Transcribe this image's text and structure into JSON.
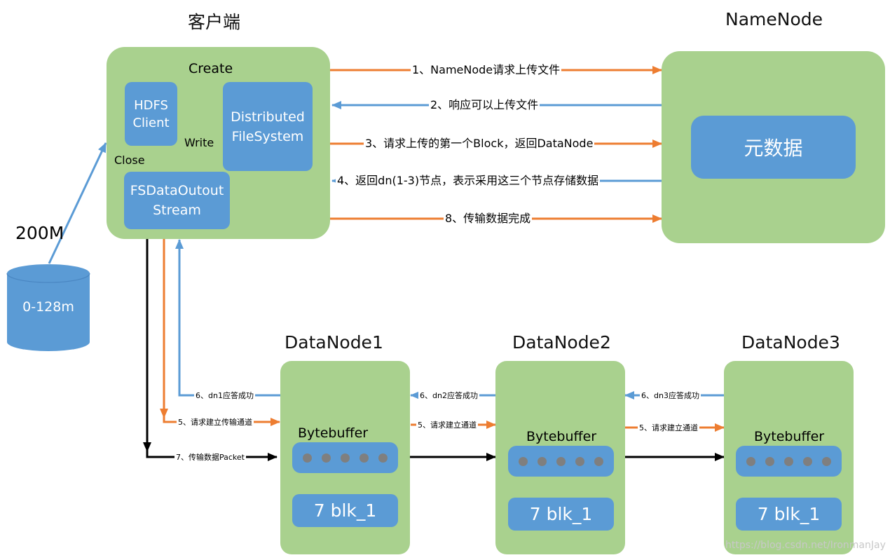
{
  "titles": {
    "client": "客户端",
    "namenode": "NameNode",
    "dn1": "DataNode1",
    "dn2": "DataNode2",
    "dn3": "DataNode3"
  },
  "client": {
    "create": "Create",
    "hdfs_client": "HDFS\nClient",
    "dfs": "Distributed\nFileSystem",
    "write": "Write",
    "close": "Close",
    "stream": "FSDataOutout\nStream"
  },
  "file": {
    "size": "200M",
    "range": "0-128m"
  },
  "namenode": {
    "metadata": "元数据"
  },
  "messages": {
    "m1": "1、NameNode请求上传文件",
    "m2": "2、响应可以上传文件",
    "m3": "3、请求上传的第一个Block，返回DataNode",
    "m4": "4、返回dn(1-3)节点，表示采用这三个节点存储数据",
    "m8": "8、传输数据完成"
  },
  "small": {
    "ack1": "6、dn1应答成功",
    "ack2": "6、dn2应答成功",
    "ack3": "6、dn3应答成功",
    "req1": "5、请求建立传输通道",
    "req2": "5、请求建立通道",
    "req3": "5、请求建立通道",
    "packet": "7、传输数据Packet"
  },
  "datanodes": [
    {
      "buffer": "Bytebuffer",
      "block": "7 blk_1"
    },
    {
      "buffer": "Bytebuffer",
      "block": "7 blk_1"
    },
    {
      "buffer": "Bytebuffer",
      "block": "7 blk_1"
    }
  ],
  "watermark": "https://blog.csdn.net/IronmanJay",
  "colors": {
    "green": "#a9d18e",
    "blue": "#5b9bd5",
    "orange": "#ed7d31",
    "black": "#000000"
  }
}
